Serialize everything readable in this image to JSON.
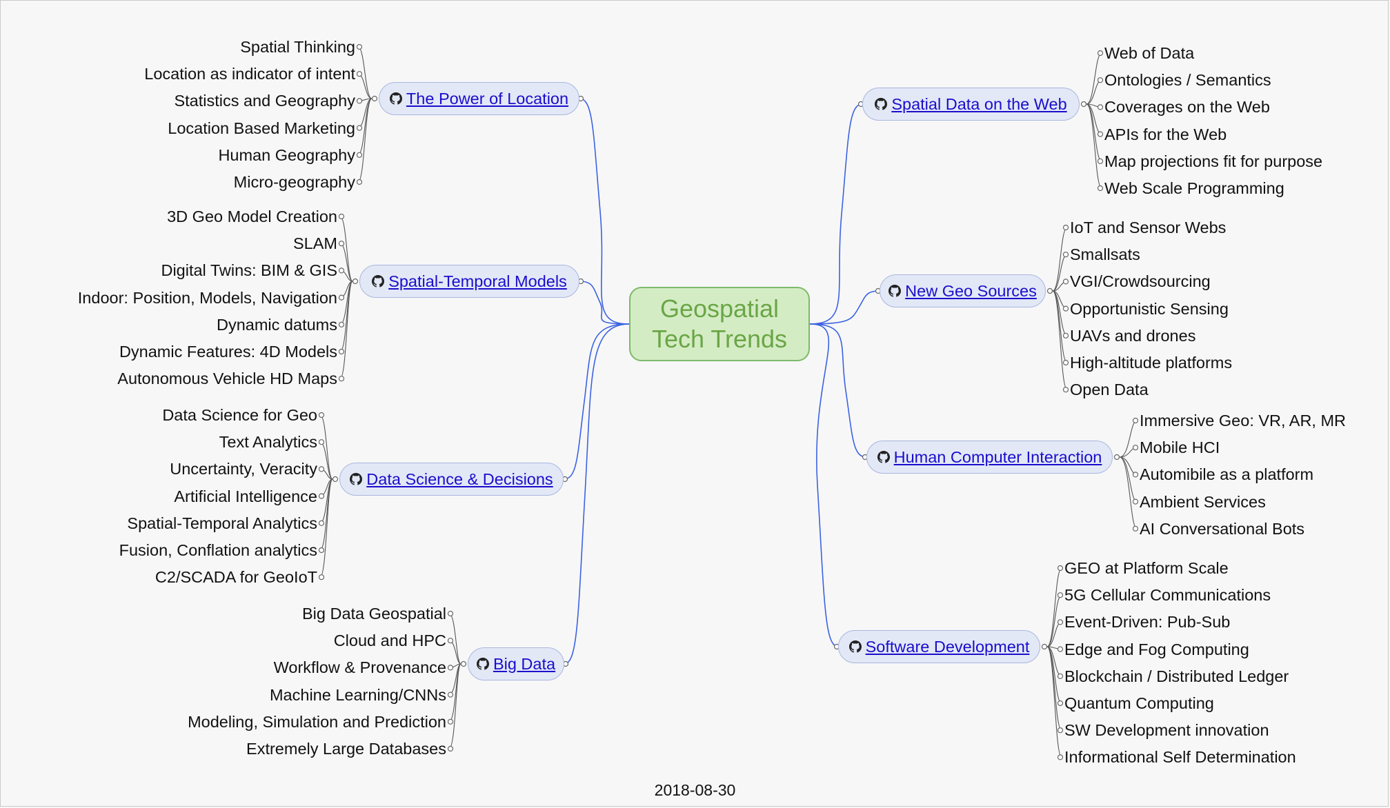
{
  "root": {
    "line1": "Geospatial",
    "line2": "Tech Trends"
  },
  "date": "2018-08-30",
  "colors": {
    "link_blue": "#3a62e0",
    "leaf_line": "#555555",
    "root_green": "#6aa646"
  },
  "branches": [
    {
      "id": "power-of-location",
      "label": "The Power of Location",
      "icon": "github-icon",
      "leaves": [
        "Spatial Thinking",
        "Location as indicator of intent",
        "Statistics and Geography",
        "Location Based Marketing",
        "Human Geography",
        "Micro-geography"
      ]
    },
    {
      "id": "spatial-temporal-models",
      "label": "Spatial-Temporal Models",
      "icon": "github-icon",
      "leaves": [
        "3D Geo Model Creation",
        "SLAM",
        "Digital Twins: BIM & GIS",
        "Indoor: Position, Models, Navigation",
        "Dynamic datums",
        "Dynamic Features: 4D Models",
        "Autonomous Vehicle HD Maps"
      ]
    },
    {
      "id": "data-science-decisions",
      "label": "Data Science & Decisions",
      "icon": "github-icon",
      "leaves": [
        "Data Science for Geo",
        "Text Analytics",
        "Uncertainty, Veracity",
        "Artificial Intelligence",
        "Spatial-Temporal Analytics",
        "Fusion, Conflation analytics",
        "C2/SCADA for GeoIoT"
      ]
    },
    {
      "id": "big-data",
      "label": "Big Data",
      "icon": "github-icon",
      "leaves": [
        "Big Data Geospatial",
        "Cloud and HPC",
        "Workflow & Provenance",
        "Machine Learning/CNNs",
        "Modeling, Simulation and Prediction",
        "Extremely Large Databases"
      ]
    },
    {
      "id": "spatial-data-web",
      "label": "Spatial Data on the Web",
      "icon": "github-icon",
      "leaves": [
        "Web of Data",
        "Ontologies / Semantics",
        "Coverages on the Web",
        "APIs for the Web",
        "Map projections fit for purpose",
        "Web Scale Programming"
      ]
    },
    {
      "id": "new-geo-sources",
      "label": "New Geo Sources",
      "icon": "github-icon",
      "leaves": [
        "IoT and Sensor Webs",
        "Smallsats",
        "VGI/Crowdsourcing",
        "Opportunistic Sensing",
        "UAVs and drones",
        "High-altitude platforms",
        "Open Data"
      ]
    },
    {
      "id": "human-computer-interaction",
      "label": "Human Computer Interaction",
      "icon": "github-icon",
      "leaves": [
        "Immersive Geo: VR, AR, MR",
        "Mobile HCI",
        "Automibile as a platform",
        "Ambient Services",
        "AI Conversational Bots"
      ]
    },
    {
      "id": "software-development",
      "label": "Software Development",
      "icon": "github-icon",
      "leaves": [
        "GEO at Platform Scale",
        "5G Cellular Communications",
        "Event-Driven: Pub-Sub",
        "Edge and Fog Computing",
        "Blockchain / Distributed Ledger",
        "Quantum Computing",
        "SW Development innovation",
        "Informational Self Determination"
      ]
    }
  ]
}
